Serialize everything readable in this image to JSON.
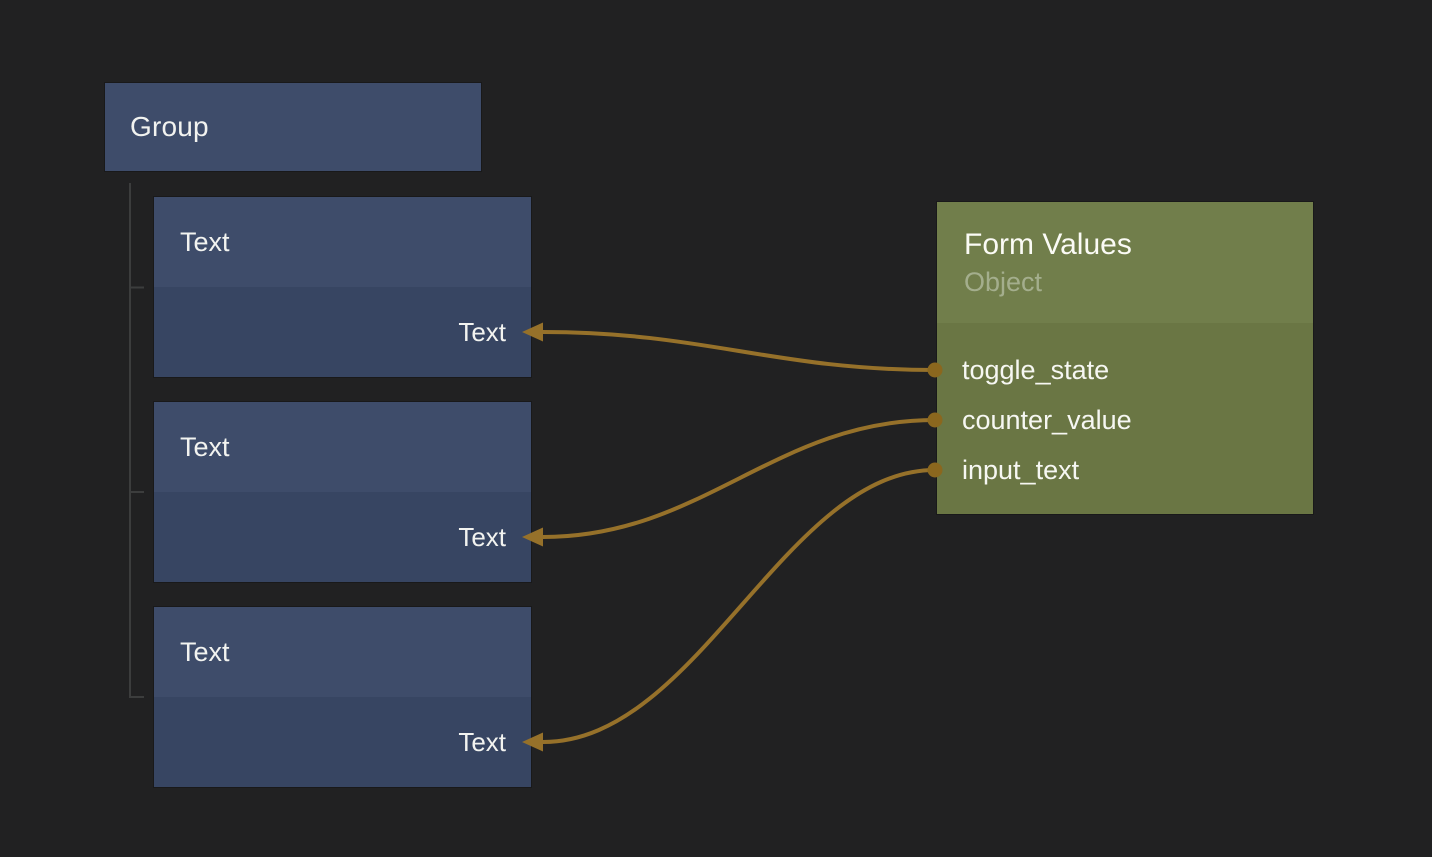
{
  "colors": {
    "background": "#212122",
    "node_blue_header": "#3e4c6a",
    "node_blue_body": "#374562",
    "node_green_header": "#717e4b",
    "node_green_body": "#6a7644",
    "wire": "#96712a",
    "port": "#8b671e",
    "tree_line": "#3c3d3d",
    "title_text": "#f2f3f0",
    "subtitle_text": "#a4ae8d"
  },
  "group_node": {
    "title": "Group"
  },
  "text_nodes": [
    {
      "title": "Text",
      "input_port": "Text"
    },
    {
      "title": "Text",
      "input_port": "Text"
    },
    {
      "title": "Text",
      "input_port": "Text"
    }
  ],
  "form_node": {
    "title": "Form Values",
    "subtitle": "Object",
    "output_ports": [
      {
        "label": "toggle_state"
      },
      {
        "label": "counter_value"
      },
      {
        "label": "input_text"
      }
    ]
  },
  "connections": [
    {
      "from_port": "toggle_state",
      "to_node": "Text 1",
      "to_port": "Text"
    },
    {
      "from_port": "counter_value",
      "to_node": "Text 2",
      "to_port": "Text"
    },
    {
      "from_port": "input_text",
      "to_node": "Text 3",
      "to_port": "Text"
    }
  ]
}
